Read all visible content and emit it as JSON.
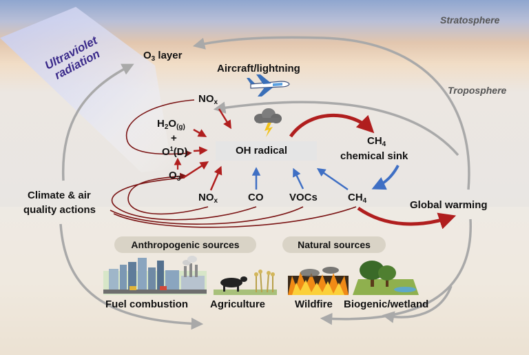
{
  "layers": {
    "stratosphere": "Stratosphere",
    "troposphere": "Troposphere"
  },
  "uv": {
    "line1": "Ultraviolet",
    "line2": "radiation"
  },
  "o3_layer": {
    "main": "O",
    "sub": "3",
    "tail": " layer"
  },
  "aircraft": "Aircraft/lightning",
  "nox_top": {
    "main": "NO",
    "sub": "x"
  },
  "h2o": {
    "main": "H",
    "sub1": "2",
    "mid": "O",
    "sub2": "(g)"
  },
  "plus": "+",
  "o1d": {
    "main": "O",
    "sup": "1",
    "tail": "(D)"
  },
  "o3": {
    "main": "O",
    "sub": "3"
  },
  "oh_radical": "OH radical",
  "ch4_sink": {
    "main": "CH",
    "sub": "4",
    "line2": "chemical sink"
  },
  "species": {
    "nox": {
      "main": "NO",
      "sub": "x"
    },
    "co": "CO",
    "vocs": "VOCs",
    "ch4": {
      "main": "CH",
      "sub": "4"
    }
  },
  "climate": {
    "line1": "Climate & air",
    "line2": "quality actions"
  },
  "global_warming": "Global warming",
  "sources": {
    "anthropogenic": "Anthropogenic sources",
    "natural": "Natural sources",
    "fuel": "Fuel combustion",
    "agriculture": "Agriculture",
    "wildfire": "Wildfire",
    "biogenic": "Biogenic/wetland"
  },
  "colors": {
    "red_arrow": "#b01e1e",
    "dark_red_arrow": "#7a1414",
    "blue_arrow": "#3f6fc4",
    "grey_arrow": "#a9a9a9",
    "uv_text": "#3a2a8a"
  }
}
